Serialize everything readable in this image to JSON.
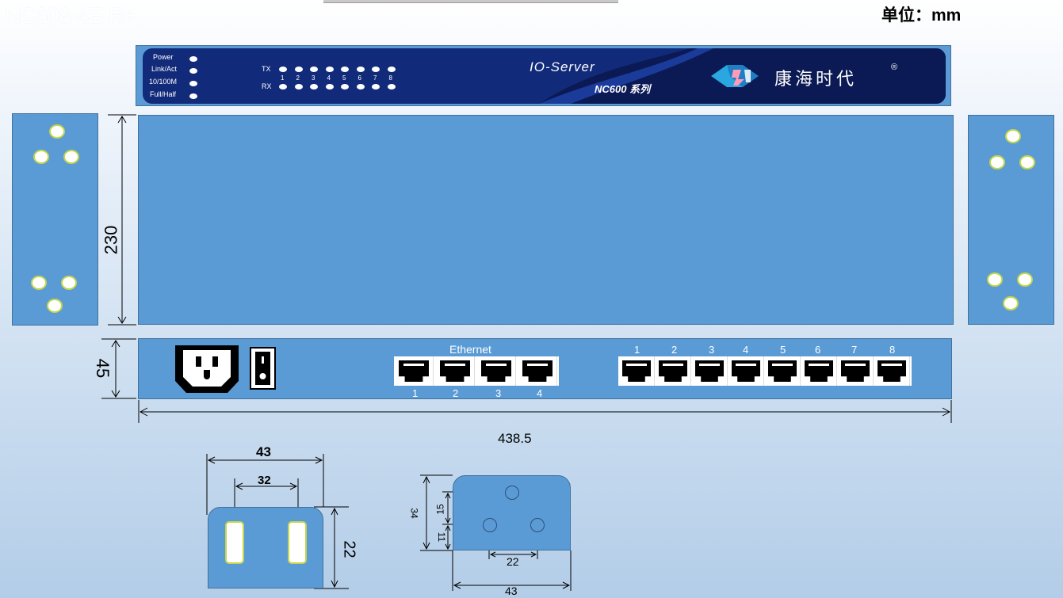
{
  "title": "NC608-4E-R+",
  "unit_label": "单位：mm",
  "front_panel": {
    "indicators": [
      "Power",
      "Link/Act",
      "10/100M",
      "Full/Half"
    ],
    "tx_label": "TX",
    "rx_label": "RX",
    "channel_numbers": [
      "1",
      "2",
      "3",
      "4",
      "5",
      "6",
      "7",
      "8"
    ],
    "product_name": "IO-Server",
    "series": "NC600 系列",
    "brand": "康海时代",
    "registered": "®",
    "colors": {
      "panel_dark": "#112a7a",
      "panel_light": "#5b9bd5"
    }
  },
  "dimensions": {
    "depth": "230",
    "height": "45",
    "width": "438.5"
  },
  "rear_panel": {
    "ethernet_label": "Ethernet",
    "ethernet_ports": [
      "1",
      "2",
      "3",
      "4"
    ],
    "serial_ports": [
      "1",
      "2",
      "3",
      "4",
      "5",
      "6",
      "7",
      "8"
    ],
    "icons": [
      "power-socket-icon",
      "power-switch-icon",
      "rj45-port-icon"
    ]
  },
  "bracket_a": {
    "outer_width": "43",
    "slot_spacing": "32",
    "height": "22"
  },
  "bracket_b": {
    "height": "34",
    "upper": "15",
    "lower": "11",
    "hole_spacing": "22",
    "width": "43"
  }
}
